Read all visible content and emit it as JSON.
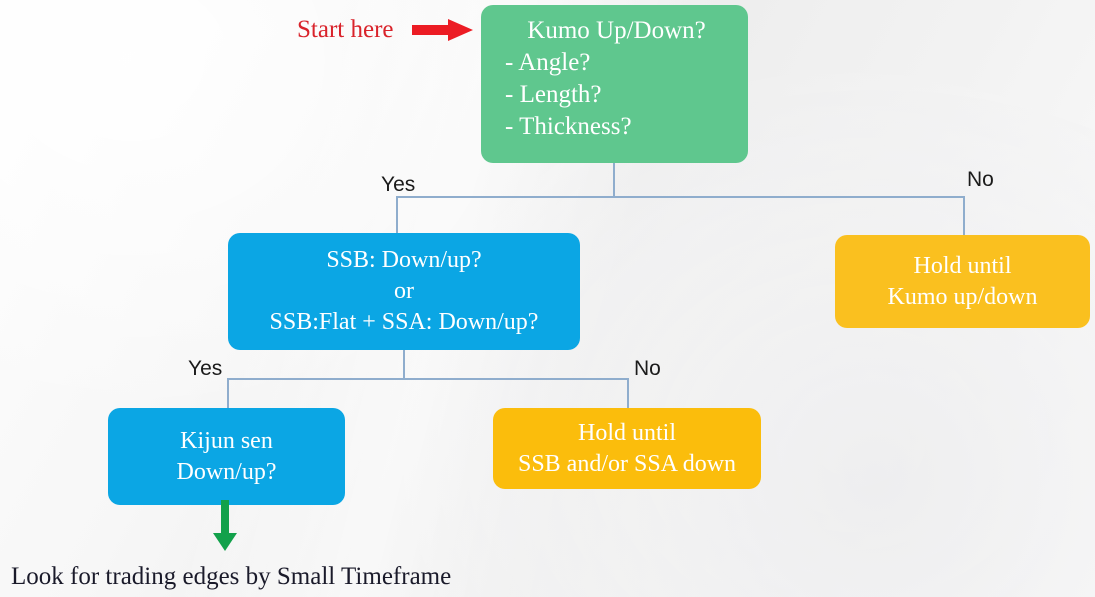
{
  "diagram": {
    "start_marker": {
      "label": "Start here",
      "color": "#d9232b",
      "arrow_icon": "right-arrow-icon"
    },
    "nodes": {
      "kumo": {
        "title": "Kumo Up/Down?",
        "bullets": [
          "- Angle?",
          "- Length?",
          "- Thickness?"
        ],
        "color": "#5fc78e"
      },
      "ssb": {
        "line1": "SSB: Down/up?",
        "line2": "or",
        "line3": "SSB:Flat + SSA: Down/up?",
        "color": "#0ba6e4"
      },
      "hold_kumo": {
        "line1": "Hold until",
        "line2": "Kumo up/down",
        "color": "#fac01f"
      },
      "kijun": {
        "line1": "Kijun sen",
        "line2": "Down/up?",
        "color": "#0ba6e4"
      },
      "hold_ssb": {
        "line1": "Hold until",
        "line2": "SSB and/or SSA down",
        "color": "#fbbd0c"
      }
    },
    "branch_labels": {
      "level1_yes": "Yes",
      "level1_no": "No",
      "level2_yes": "Yes",
      "level2_no": "No"
    },
    "outcome": {
      "arrow_icon": "down-arrow-icon",
      "arrow_color": "#12a14b",
      "caption": "Look for trading edges by Small Timeframe"
    },
    "connector_color": "#8fadcd"
  }
}
